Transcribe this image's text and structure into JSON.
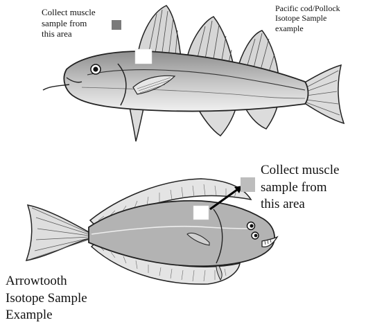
{
  "cod": {
    "collect_label": "Collect muscle\nsample from\nthis area",
    "title": "Pacific cod/Pollock\nIsotope Sample\nexample"
  },
  "flatfish": {
    "collect_label": "Collect muscle\nsample from\nthis area",
    "title": "Arrowtooth\nIsotope Sample\nExample"
  },
  "colors": {
    "fish_body": "#b5b5b5",
    "fish_belly": "#e8e8e8",
    "outline": "#222222",
    "marker": "#808080",
    "sample_patch": "#ffffff"
  }
}
